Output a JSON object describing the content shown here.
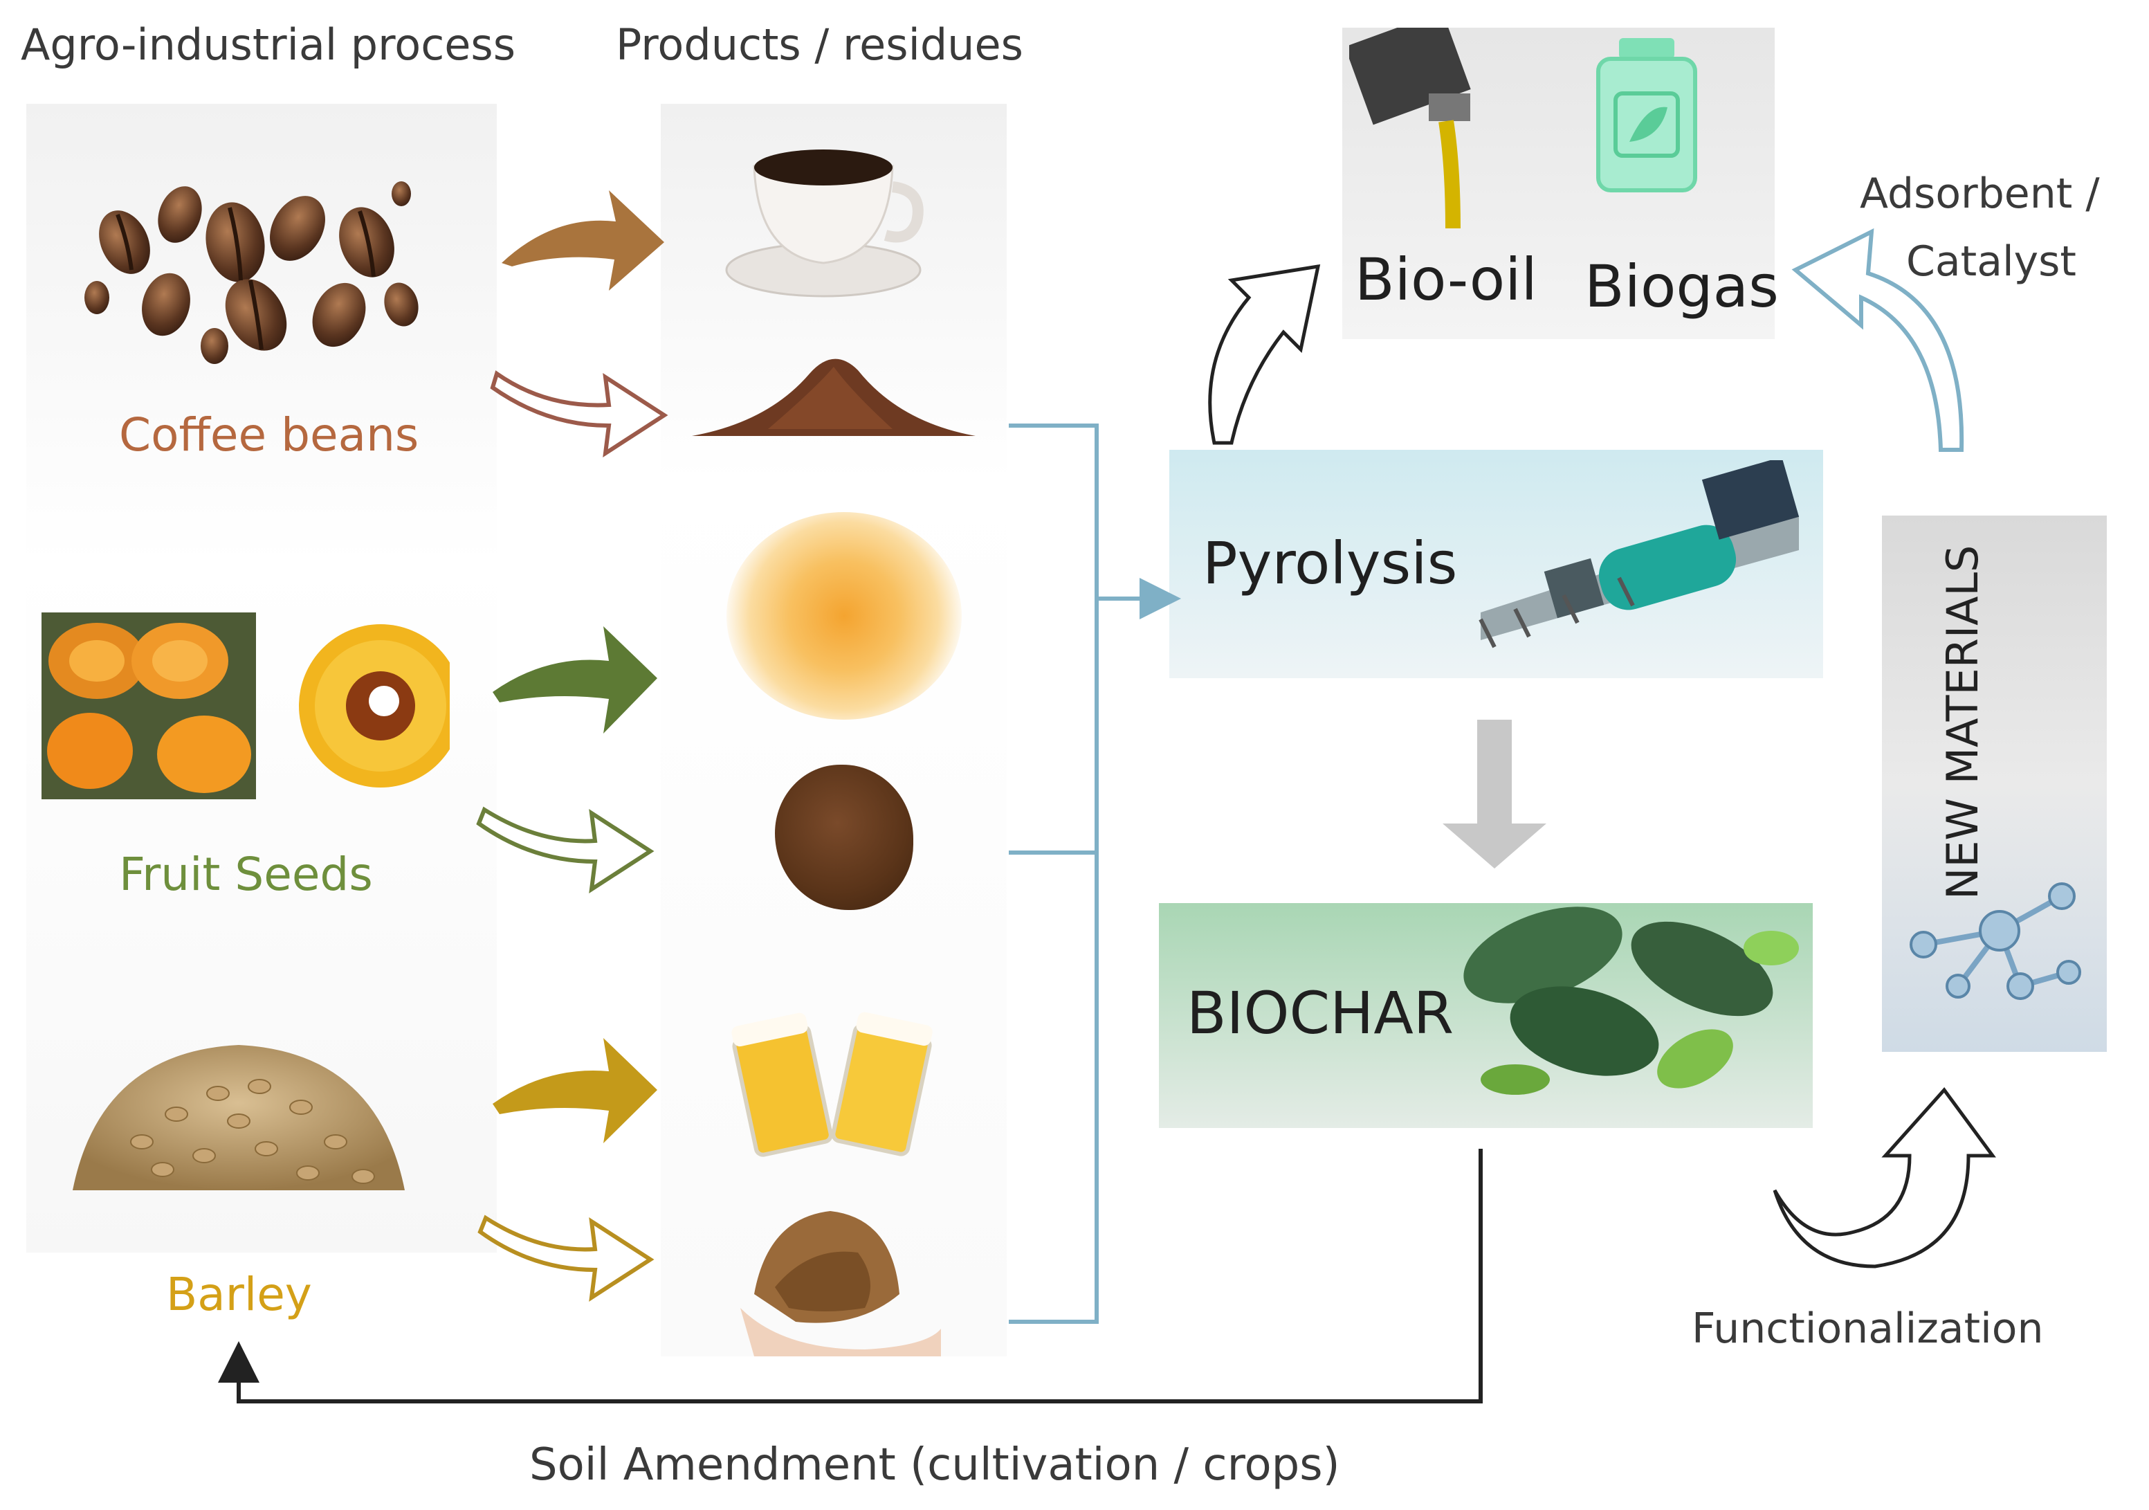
{
  "headers": {
    "process": "Agro-industrial process",
    "products": "Products / residues"
  },
  "sources": [
    {
      "label": "Coffee beans",
      "color": "#b5683f"
    },
    {
      "label": "Fruit Seeds",
      "color": "#6e8f3c"
    },
    {
      "label": "Barley",
      "color": "#d4a017"
    }
  ],
  "arrow_colors": {
    "coffee": "#a9743d",
    "coffee_outline": "#9c5a4a",
    "fruit": "#5d7a34",
    "fruit_outline": "#6b7f3a",
    "barley": "#c49a1a",
    "barley_outline": "#b88f20",
    "blue_line": "#7fb0c6",
    "dark_line": "#222222",
    "gray_arrow": "#c8c8c8"
  },
  "products": {
    "bio_oil": "Bio-oil",
    "biogas": "Biogas"
  },
  "process": {
    "pyrolysis": "Pyrolysis",
    "biochar": "BIOCHAR",
    "new_materials": "NEW MATERIALS"
  },
  "annotations": {
    "adsorbent": "Adsorbent /",
    "catalyst": "Catalyst",
    "functionalization": "Functionalization",
    "soil": "Soil Amendment (cultivation / crops)"
  },
  "icons": {
    "coffee_beans": "coffee-beans-icon",
    "coffee_cup": "coffee-cup-icon",
    "coffee_powder": "coffee-grounds-icon",
    "fruit_seeds": "fruit-seeds-icon",
    "fruit_pulp": "fruit-pulp-icon",
    "seed_powder": "seed-powder-icon",
    "barley_grains": "barley-grains-icon",
    "beer_mugs": "beer-mugs-icon",
    "spent_grain": "spent-grain-icon",
    "oil_pour": "oil-pour-icon",
    "gas_bottle": "gas-bottle-icon",
    "pyrolysis_plant": "pyrolysis-plant-icon",
    "leaves": "leaves-icon",
    "molecule": "molecule-icon"
  }
}
